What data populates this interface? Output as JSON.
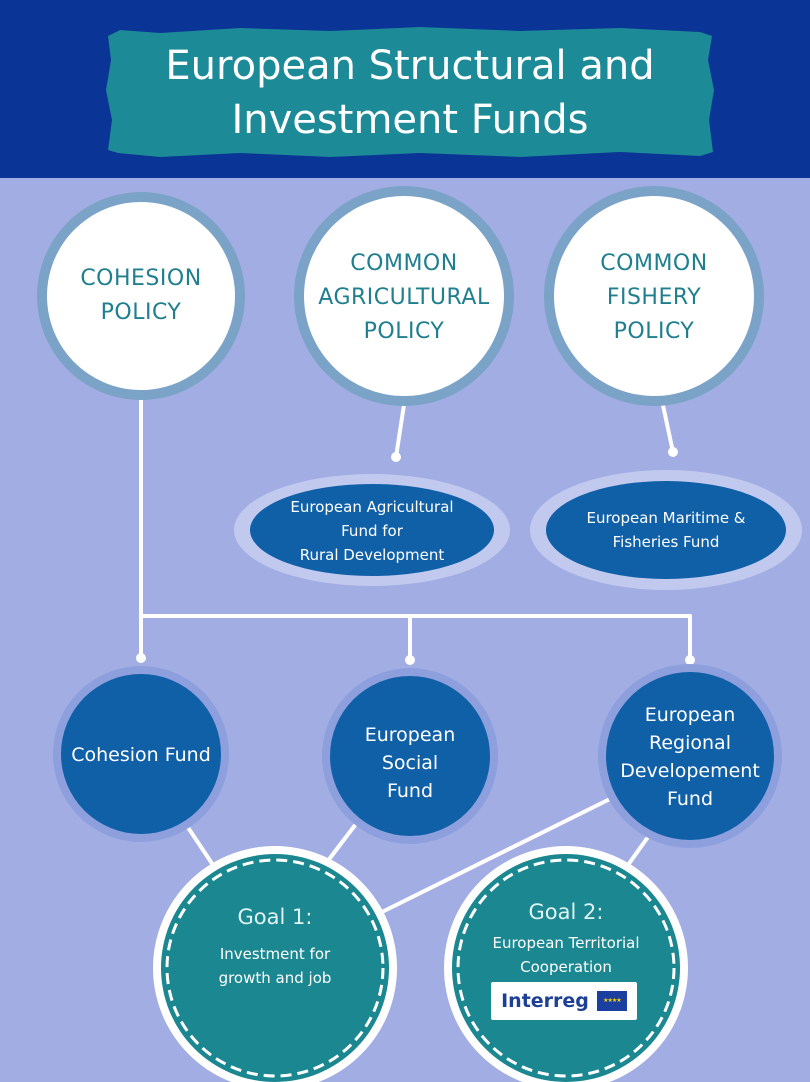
{
  "colors": {
    "header_bg": "#0a3495",
    "page_bg": "#a2aee3",
    "banner": "#1c8a97",
    "policy_circle": "#ffffff",
    "policy_ring": "#7aa3c7",
    "policy_text": "#1f7f8f",
    "fund_blue": "#1060a8",
    "goal_teal": "#1b8790",
    "connector": "#ffffff"
  },
  "title": {
    "line1": "European Structural and",
    "line2": "Investment Funds"
  },
  "policies": [
    {
      "lines": [
        "COHESION",
        "POLICY"
      ]
    },
    {
      "lines": [
        "COMMON",
        "AGRICULTURAL",
        "POLICY"
      ]
    },
    {
      "lines": [
        "COMMON",
        "FISHERY",
        "POLICY"
      ]
    }
  ],
  "policy_funds": [
    {
      "lines": [
        "European Agricultural",
        "Fund for",
        "Rural Development"
      ]
    },
    {
      "lines": [
        "European Maritime &",
        "Fisheries Fund"
      ]
    }
  ],
  "cohesion_funds": [
    {
      "lines": [
        "Cohesion Fund"
      ]
    },
    {
      "lines": [
        "European",
        "Social",
        "Fund"
      ]
    },
    {
      "lines": [
        "European",
        "Regional",
        "Developement",
        "Fund"
      ]
    }
  ],
  "goals": [
    {
      "heading": "Goal 1:",
      "lines": [
        "Investment for",
        "growth and job"
      ]
    },
    {
      "heading": "Goal 2:",
      "lines": [
        "European Territorial",
        "Cooperation"
      ]
    }
  ],
  "logo": {
    "word": "Interreg",
    "icon": "eu-flag-icon"
  }
}
